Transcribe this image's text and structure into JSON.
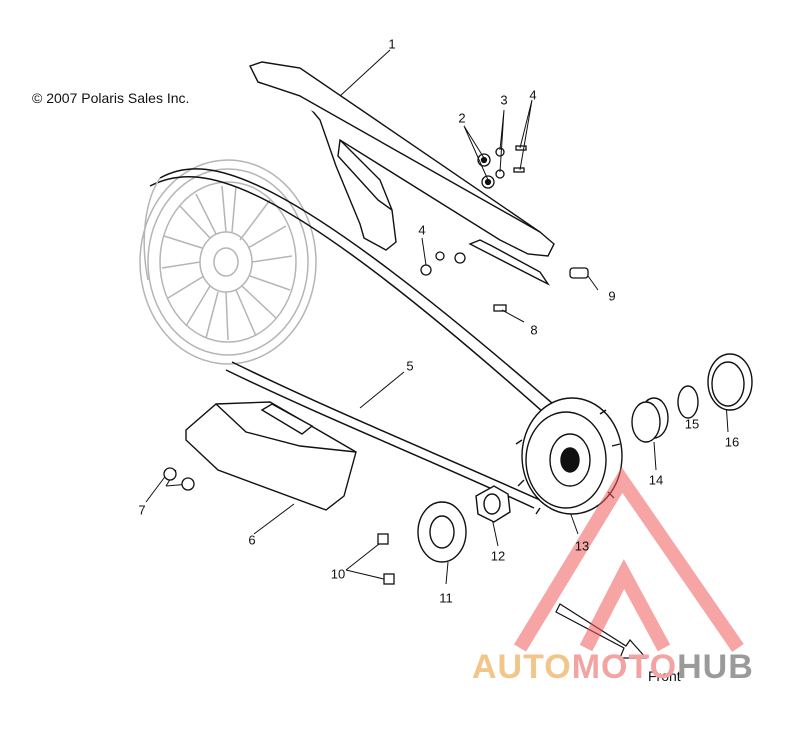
{
  "copyright": "© 2007 Polaris Sales Inc.",
  "callouts": [
    {
      "id": "1",
      "text": "1"
    },
    {
      "id": "2",
      "text": "2"
    },
    {
      "id": "3",
      "text": "3"
    },
    {
      "id": "4a",
      "text": "4"
    },
    {
      "id": "4b",
      "text": "4"
    },
    {
      "id": "5",
      "text": "5"
    },
    {
      "id": "6",
      "text": "6"
    },
    {
      "id": "7",
      "text": "7"
    },
    {
      "id": "8",
      "text": "8"
    },
    {
      "id": "9",
      "text": "9"
    },
    {
      "id": "10",
      "text": "10"
    },
    {
      "id": "11",
      "text": "11"
    },
    {
      "id": "12",
      "text": "12"
    },
    {
      "id": "13",
      "text": "13"
    },
    {
      "id": "14",
      "text": "14"
    },
    {
      "id": "15",
      "text": "15"
    },
    {
      "id": "16",
      "text": "16"
    }
  ],
  "direction_label": "Front",
  "watermark": {
    "part1": "AUTO",
    "part2": "MOTO",
    "part3": "HUB"
  },
  "colors": {
    "line": "#111111",
    "ghost": "#b5b5b5",
    "watermark_red": "#f05a5a",
    "watermark_orange": "#f2c68a"
  }
}
